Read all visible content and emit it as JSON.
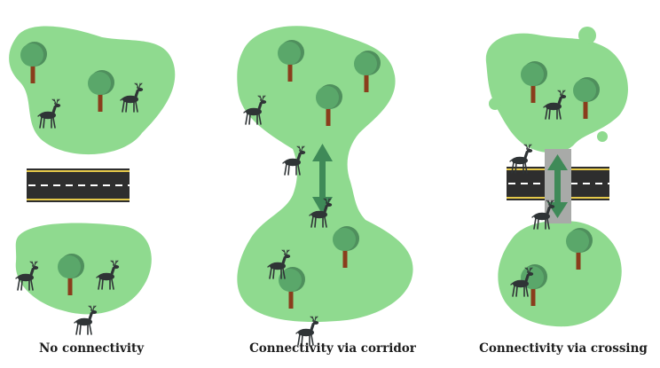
{
  "colors": {
    "habitat": "#8fda8f",
    "tree_canopy": "#5aa76a",
    "tree_canopy_back": "#4f8f5d",
    "trunk": "#8a3d1c",
    "deer": "#2f3436",
    "road": "#2e2e2e",
    "road_edge": "#e5c94a",
    "road_center": "#ffffff",
    "arrow": "#3f8a58",
    "overpass": "#a8aaa8"
  },
  "panels": [
    {
      "caption": "No connectivity",
      "icons": [
        "tree-icon",
        "deer-icon",
        "road-icon"
      ]
    },
    {
      "caption": "Connectivity via corridor",
      "icons": [
        "tree-icon",
        "deer-icon",
        "double-arrow-icon"
      ]
    },
    {
      "caption": "Connectivity via crossing",
      "icons": [
        "tree-icon",
        "deer-icon",
        "road-icon",
        "overpass-icon",
        "double-arrow-icon"
      ]
    }
  ]
}
